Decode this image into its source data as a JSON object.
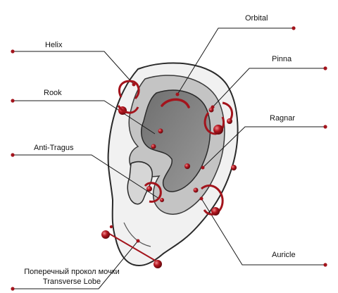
{
  "diagram": {
    "labels": {
      "helix": "Helix",
      "rook": "Rook",
      "anti_tragus": "Anti-Tragus",
      "orbital": "Orbital",
      "pinna": "Pinna",
      "ragnar": "Ragnar",
      "auricle": "Auricle",
      "transverse_lobe_ru": "Поперечный прокол мочки",
      "transverse_lobe_en": "Transverse Lobe"
    },
    "colors": {
      "piercing": "#a3141c",
      "piercing_highlight": "#e0676b",
      "leader_line": "#1a1a1a",
      "ear_outer": "#f1f1f1",
      "ear_mid": "#bdbdbd",
      "ear_inner": "#7d7d7d",
      "ear_outline": "#2a2a2a"
    }
  }
}
